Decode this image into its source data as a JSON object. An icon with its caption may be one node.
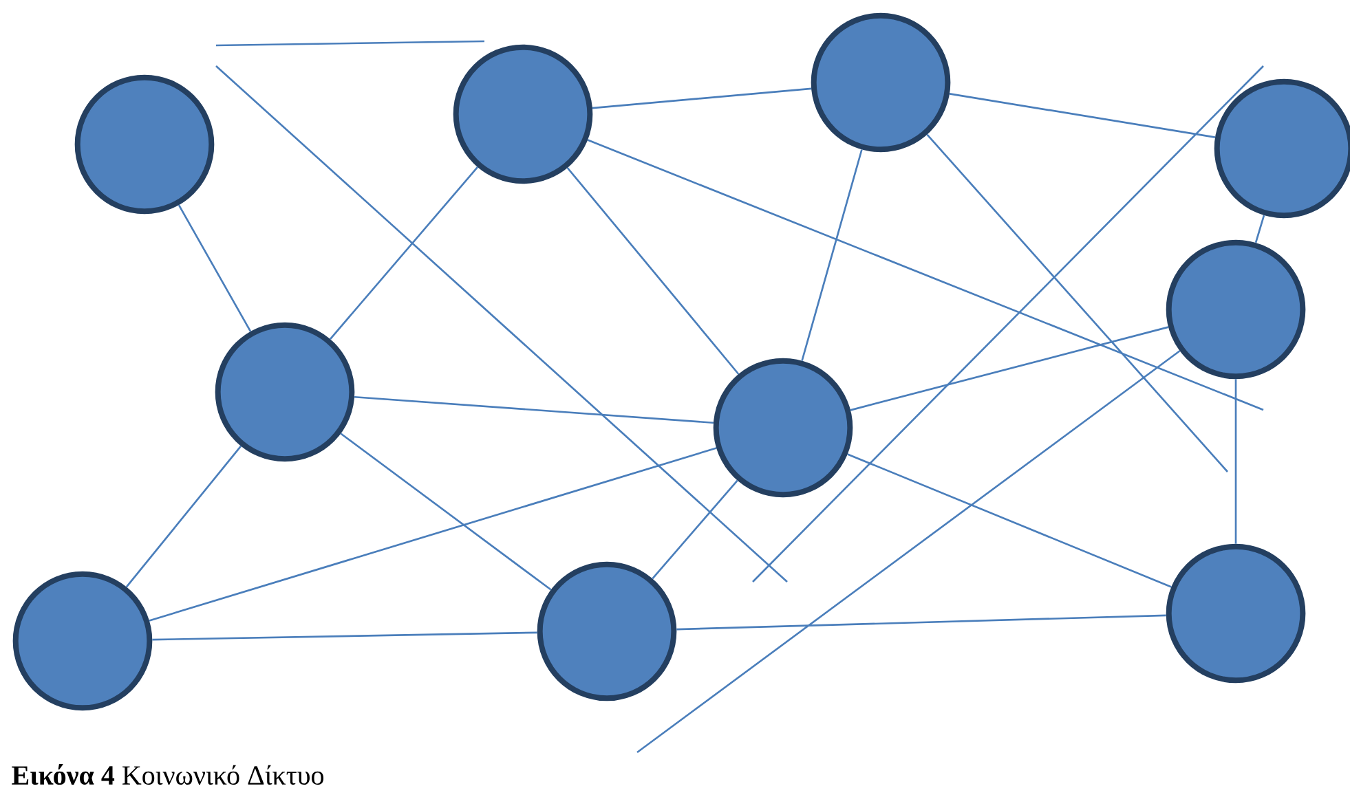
{
  "diagram": {
    "caption": "**Εικόνα 4** Κοινωνικό Δίκτυο",
    "nodes": [
      {
        "text": [],
        "shape": "circle"
      },
      {
        "text": [],
        "shape": "circle"
      },
      {
        "text": [],
        "shape": "circle"
      },
      {
        "text": [],
        "shape": "circle"
      },
      {
        "text": [],
        "shape": "circle"
      },
      {
        "text": [],
        "shape": "circle"
      },
      {
        "text": [],
        "shape": "circle"
      },
      {
        "text": [],
        "shape": "circle"
      },
      {
        "text": [],
        "shape": "circle"
      },
      {
        "text": [],
        "shape": "circle"
      }
    ],
    "edges": [
      {
        "from": 0,
        "to": 5,
        "arrow": "none"
      },
      {
        "from": 1,
        "to": 2,
        "arrow": "none"
      },
      {
        "from": 1,
        "to": 5,
        "arrow": "none"
      },
      {
        "from": 1,
        "to": 6,
        "arrow": "none"
      },
      {
        "from": 1,
        "to": null,
        "arrow": "none"
      },
      {
        "from": 2,
        "to": 6,
        "arrow": "none"
      },
      {
        "from": 2,
        "to": 3,
        "arrow": "none"
      },
      {
        "from": 2,
        "to": null,
        "arrow": "none"
      },
      {
        "from": 3,
        "to": 4,
        "arrow": "none"
      },
      {
        "from": 4,
        "to": 9,
        "arrow": "none"
      },
      {
        "from": 4,
        "to": 6,
        "arrow": "none"
      },
      {
        "from": 4,
        "to": null,
        "arrow": "none"
      },
      {
        "from": 5,
        "to": 6,
        "arrow": "none"
      },
      {
        "from": 5,
        "to": 8,
        "arrow": "none"
      },
      {
        "from": 5,
        "to": 7,
        "arrow": "none"
      },
      {
        "from": 7,
        "to": 6,
        "arrow": "none"
      },
      {
        "from": 7,
        "to": 8,
        "arrow": "none"
      },
      {
        "from": 8,
        "to": 9,
        "arrow": "none"
      },
      {
        "from": 6,
        "to": 9,
        "arrow": "none"
      },
      {
        "from": 6,
        "to": 8,
        "arrow": "none"
      }
    ]
  }
}
